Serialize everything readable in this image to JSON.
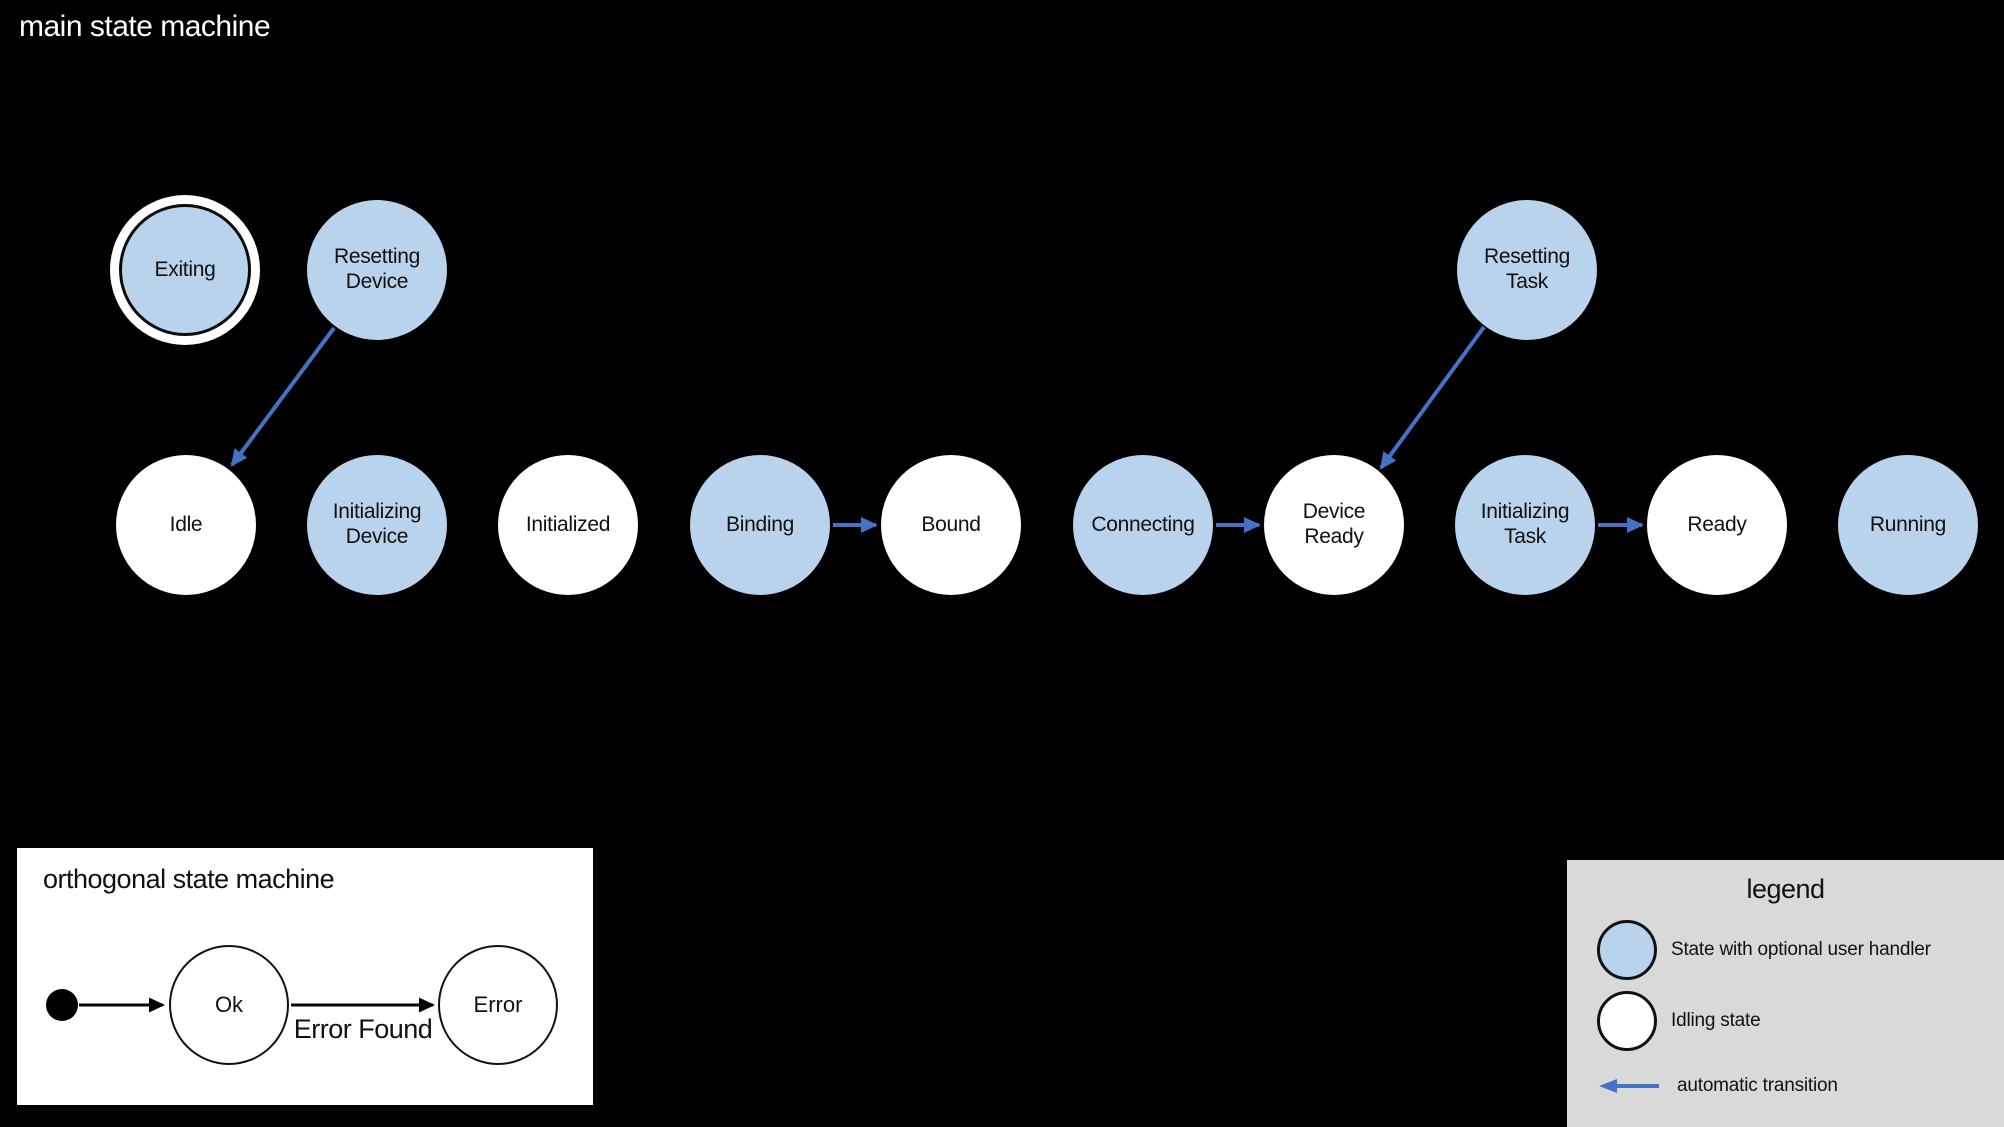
{
  "colors": {
    "background": "#000000",
    "state_handler_fill": "#b9d3ec",
    "state_idling_fill": "#ffffff",
    "automatic_transition_arrow": "#4472c4",
    "legend_background": "#d9d9d9",
    "text_dark": "#111111",
    "text_light": "#ffffff"
  },
  "main": {
    "title": "main state machine",
    "states": [
      {
        "label": "Exiting",
        "type": "final-handler"
      },
      {
        "label": "Resetting Device",
        "type": "handler"
      },
      {
        "label": "Resetting Task",
        "type": "handler"
      },
      {
        "label": "Idle",
        "type": "idling"
      },
      {
        "label": "Initializing Device",
        "type": "handler"
      },
      {
        "label": "Initialized",
        "type": "idling"
      },
      {
        "label": "Binding",
        "type": "handler"
      },
      {
        "label": "Bound",
        "type": "idling"
      },
      {
        "label": "Connecting",
        "type": "handler"
      },
      {
        "label": "Device Ready",
        "type": "idling"
      },
      {
        "label": "Initializing Task",
        "type": "handler"
      },
      {
        "label": "Ready",
        "type": "idling"
      },
      {
        "label": "Running",
        "type": "handler"
      }
    ],
    "transitions": [
      {
        "from": "Resetting Device",
        "to": "Idle",
        "kind": "automatic"
      },
      {
        "from": "Resetting Task",
        "to": "Device Ready",
        "kind": "automatic"
      },
      {
        "from": "Binding",
        "to": "Bound",
        "kind": "automatic"
      },
      {
        "from": "Connecting",
        "to": "Device Ready",
        "kind": "automatic"
      },
      {
        "from": "Initializing Task",
        "to": "Ready",
        "kind": "automatic"
      }
    ]
  },
  "orthogonal": {
    "title": "orthogonal state machine",
    "states": [
      {
        "label": "Ok"
      },
      {
        "label": "Error"
      }
    ],
    "transitions": [
      {
        "from": "initial",
        "to": "Ok",
        "label": ""
      },
      {
        "from": "Ok",
        "to": "Error",
        "label": "Error Found"
      }
    ]
  },
  "legend": {
    "title": "legend",
    "items": [
      {
        "icon": "handler-state-circle",
        "label": "State with optional user handler"
      },
      {
        "icon": "idling-state-circle",
        "label": "Idling state"
      },
      {
        "icon": "automatic-transition-arrow",
        "label": "automatic transition"
      }
    ]
  }
}
